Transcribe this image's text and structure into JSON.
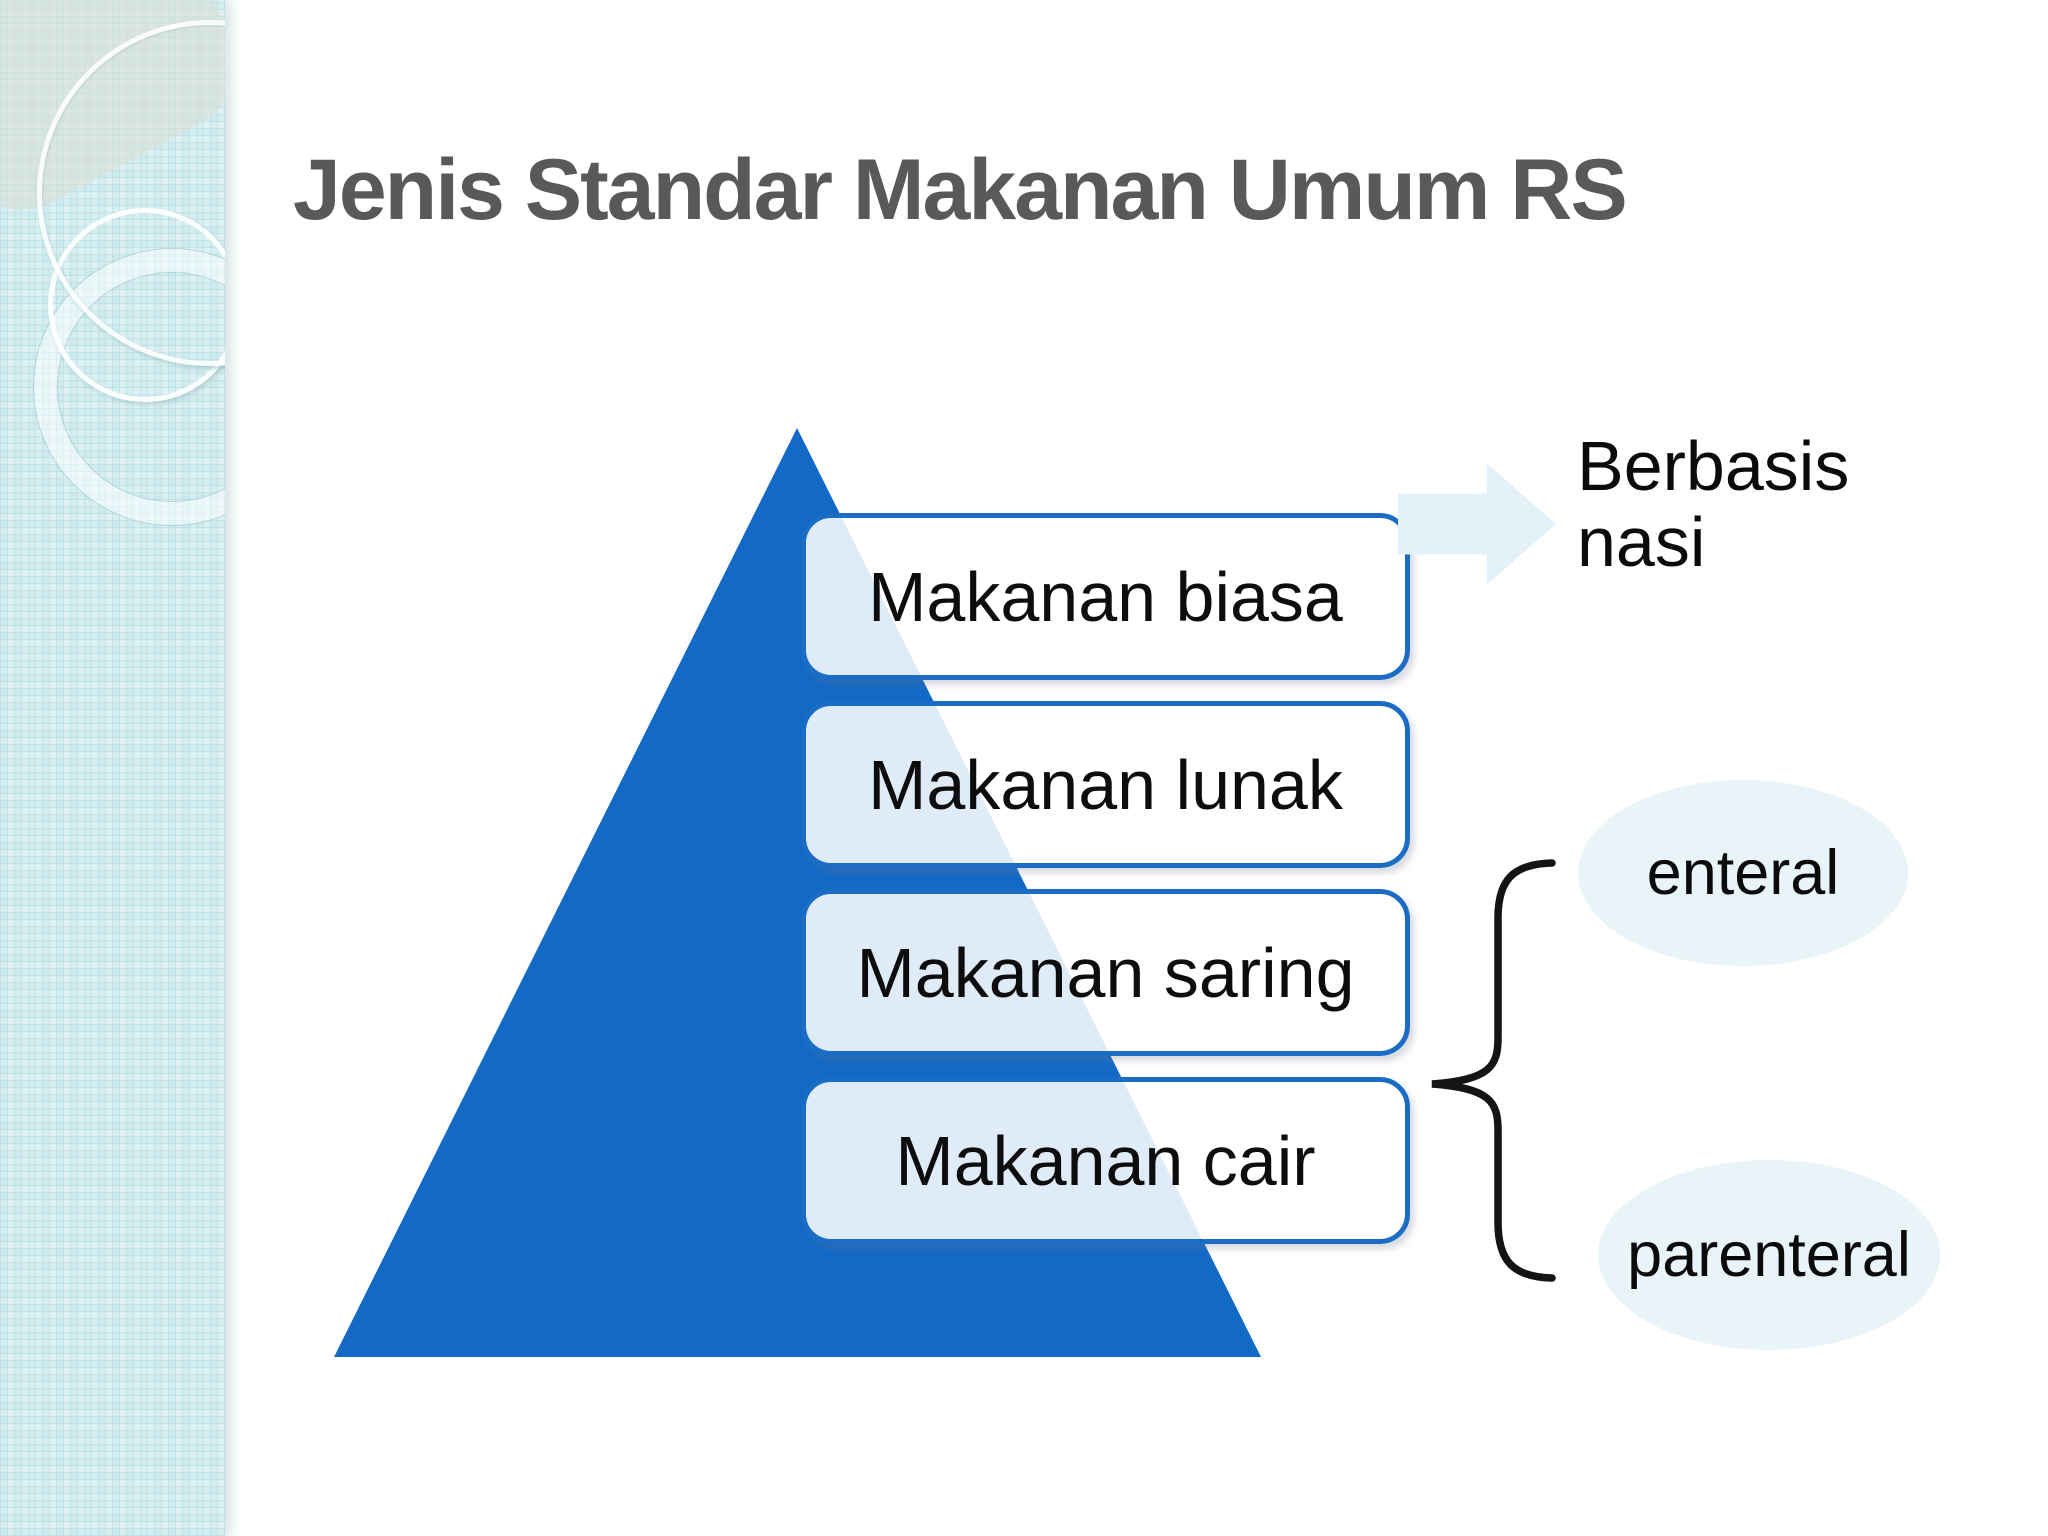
{
  "slide": {
    "title": "Jenis Standar Makanan Umum RS",
    "pyramid": {
      "items": [
        {
          "label": "Makanan biasa"
        },
        {
          "label": "Makanan lunak"
        },
        {
          "label": "Makanan saring"
        },
        {
          "label": "Makanan cair"
        }
      ]
    },
    "annotations": {
      "arrow_note": "Berbasis nasi",
      "brace_top": "enteral",
      "brace_bottom": "parenteral"
    },
    "colors": {
      "pyramid_blue": "#1269c6",
      "box_border_blue": "#1a6cc4",
      "box_fill_over_pyramid": "#e2edf8",
      "title_gray": "#58595b",
      "sidebar_teal": "#cdeaee",
      "light_shape_blue": "#e9f4f9",
      "text_black": "#0b0b0b"
    }
  }
}
